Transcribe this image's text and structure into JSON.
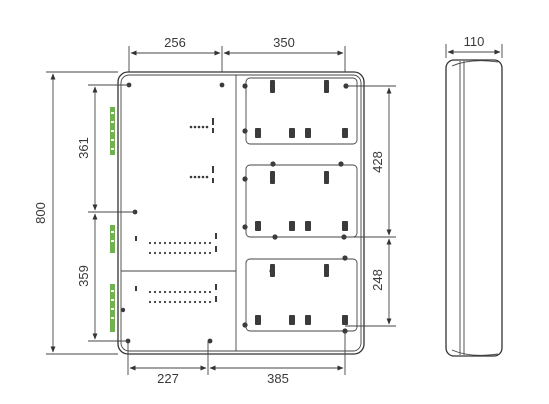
{
  "dimensions": {
    "top_left": "256",
    "top_right": "350",
    "side_width": "110",
    "total_height": "800",
    "upper_left_height": "361",
    "lower_left_height": "359",
    "right_upper_height": "428",
    "right_lower_height": "248",
    "bottom_left": "227",
    "bottom_right": "385"
  }
}
